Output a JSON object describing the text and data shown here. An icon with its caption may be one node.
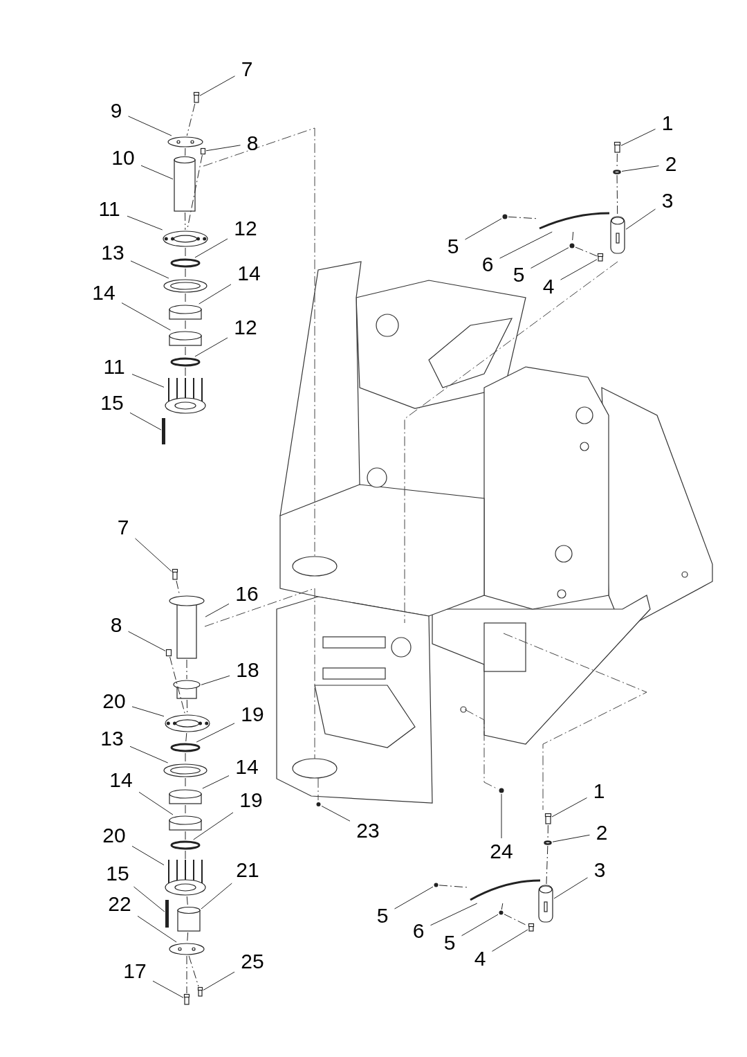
{
  "diagram": {
    "nodes": [
      {
        "text": [
          "7"
        ]
      },
      {
        "text": [
          "9"
        ]
      },
      {
        "text": [
          "8"
        ]
      },
      {
        "text": [
          "10"
        ]
      },
      {
        "text": [
          "11"
        ]
      },
      {
        "text": [
          "12"
        ]
      },
      {
        "text": [
          "13"
        ]
      },
      {
        "text": [
          "14"
        ]
      },
      {
        "text": [
          "14"
        ]
      },
      {
        "text": [
          "12"
        ]
      },
      {
        "text": [
          "11"
        ]
      },
      {
        "text": [
          "15"
        ]
      },
      {
        "text": [
          "1"
        ]
      },
      {
        "text": [
          "2"
        ]
      },
      {
        "text": [
          "3"
        ]
      },
      {
        "text": [
          "5"
        ]
      },
      {
        "text": [
          "6"
        ]
      },
      {
        "text": [
          "5"
        ]
      },
      {
        "text": [
          "4"
        ]
      },
      {
        "text": [
          "7"
        ]
      },
      {
        "text": [
          "16"
        ]
      },
      {
        "text": [
          "8"
        ]
      },
      {
        "text": [
          "18"
        ]
      },
      {
        "text": [
          "20"
        ]
      },
      {
        "text": [
          "19"
        ]
      },
      {
        "text": [
          "13"
        ]
      },
      {
        "text": [
          "14"
        ]
      },
      {
        "text": [
          "14"
        ]
      },
      {
        "text": [
          "19"
        ]
      },
      {
        "text": [
          "20"
        ]
      },
      {
        "text": [
          "15"
        ]
      },
      {
        "text": [
          "21"
        ]
      },
      {
        "text": [
          "22"
        ]
      },
      {
        "text": [
          "17"
        ]
      },
      {
        "text": [
          "25"
        ]
      },
      {
        "text": [
          "23"
        ]
      },
      {
        "text": [
          "24"
        ]
      },
      {
        "text": [
          "1"
        ]
      },
      {
        "text": [
          "2"
        ]
      },
      {
        "text": [
          "3"
        ]
      },
      {
        "text": [
          "5"
        ]
      },
      {
        "text": [
          "6"
        ]
      },
      {
        "text": [
          "5"
        ]
      },
      {
        "text": [
          "4"
        ]
      },
      {
        "text": [],
        "shape": "bolt"
      },
      {
        "text": [],
        "shape": "plate"
      },
      {
        "text": [],
        "shape": "nut"
      },
      {
        "text": [],
        "shape": "tube"
      },
      {
        "text": [],
        "shape": "flange"
      },
      {
        "text": [],
        "shape": "ring"
      },
      {
        "text": [],
        "shape": "gasket"
      },
      {
        "text": [],
        "shape": "bearing"
      },
      {
        "text": [],
        "shape": "bearing"
      },
      {
        "text": [],
        "shape": "ring"
      },
      {
        "text": [],
        "shape": "hub"
      },
      {
        "text": [],
        "shape": "rod"
      },
      {
        "text": [],
        "shape": "bolt"
      },
      {
        "text": [],
        "shape": "washer"
      },
      {
        "text": [],
        "shape": "pin"
      },
      {
        "text": [],
        "shape": "fitting"
      },
      {
        "text": [],
        "shape": "hose"
      },
      {
        "text": [],
        "shape": "fitting"
      },
      {
        "text": [],
        "shape": "bolt"
      },
      {
        "text": [],
        "shape": "bolt"
      },
      {
        "text": [],
        "shape": "sleeve"
      },
      {
        "text": [],
        "shape": "nut"
      },
      {
        "text": [],
        "shape": "bushing"
      },
      {
        "text": [],
        "shape": "flange"
      },
      {
        "text": [],
        "shape": "ring"
      },
      {
        "text": [],
        "shape": "gasket"
      },
      {
        "text": [],
        "shape": "bearing"
      },
      {
        "text": [],
        "shape": "bearing"
      },
      {
        "text": [],
        "shape": "ring"
      },
      {
        "text": [],
        "shape": "hub"
      },
      {
        "text": [],
        "shape": "rod"
      },
      {
        "text": [],
        "shape": "cylinder"
      },
      {
        "text": [],
        "shape": "plate"
      },
      {
        "text": [],
        "shape": "bolt"
      },
      {
        "text": [],
        "shape": "bolt"
      },
      {
        "text": [],
        "shape": "fitting"
      },
      {
        "text": [],
        "shape": "fitting"
      },
      {
        "text": [],
        "shape": "bolt"
      },
      {
        "text": [],
        "shape": "washer"
      },
      {
        "text": [],
        "shape": "pin"
      },
      {
        "text": [],
        "shape": "fitting"
      },
      {
        "text": [],
        "shape": "hose"
      },
      {
        "text": [],
        "shape": "fitting"
      },
      {
        "text": [],
        "shape": "bolt"
      }
    ],
    "edges": [
      {
        "from": 0,
        "to": 44,
        "arrow": "none"
      },
      {
        "from": 1,
        "to": 45,
        "arrow": "none"
      },
      {
        "from": 2,
        "to": 46,
        "arrow": "none"
      },
      {
        "from": 3,
        "to": 47,
        "arrow": "none"
      },
      {
        "from": 4,
        "to": 48,
        "arrow": "none"
      },
      {
        "from": 5,
        "to": 49,
        "arrow": "none"
      },
      {
        "from": 6,
        "to": 50,
        "arrow": "none"
      },
      {
        "from": 7,
        "to": 51,
        "arrow": "none"
      },
      {
        "from": 8,
        "to": 52,
        "arrow": "none"
      },
      {
        "from": 9,
        "to": 53,
        "arrow": "none"
      },
      {
        "from": 10,
        "to": 54,
        "arrow": "none"
      },
      {
        "from": 11,
        "to": 55,
        "arrow": "none"
      },
      {
        "from": 12,
        "to": 56,
        "arrow": "none"
      },
      {
        "from": 13,
        "to": 57,
        "arrow": "none"
      },
      {
        "from": 14,
        "to": 58,
        "arrow": "none"
      },
      {
        "from": 15,
        "to": 59,
        "arrow": "none"
      },
      {
        "from": 16,
        "to": 60,
        "arrow": "none"
      },
      {
        "from": 17,
        "to": 61,
        "arrow": "none"
      },
      {
        "from": 18,
        "to": 62,
        "arrow": "none"
      },
      {
        "from": 19,
        "to": 63,
        "arrow": "none"
      },
      {
        "from": 20,
        "to": 64,
        "arrow": "none"
      },
      {
        "from": 21,
        "to": 65,
        "arrow": "none"
      },
      {
        "from": 22,
        "to": 66,
        "arrow": "none"
      },
      {
        "from": 23,
        "to": 67,
        "arrow": "none"
      },
      {
        "from": 24,
        "to": 68,
        "arrow": "none"
      },
      {
        "from": 25,
        "to": 69,
        "arrow": "none"
      },
      {
        "from": 26,
        "to": 70,
        "arrow": "none"
      },
      {
        "from": 27,
        "to": 71,
        "arrow": "none"
      },
      {
        "from": 28,
        "to": 72,
        "arrow": "none"
      },
      {
        "from": 29,
        "to": 73,
        "arrow": "none"
      },
      {
        "from": 30,
        "to": 74,
        "arrow": "none"
      },
      {
        "from": 31,
        "to": 75,
        "arrow": "none"
      },
      {
        "from": 32,
        "to": 76,
        "arrow": "none"
      },
      {
        "from": 33,
        "to": 77,
        "arrow": "none"
      },
      {
        "from": 34,
        "to": 78,
        "arrow": "none"
      },
      {
        "from": 35,
        "to": 79,
        "arrow": "none"
      },
      {
        "from": 36,
        "to": 80,
        "arrow": "none"
      },
      {
        "from": 37,
        "to": 81,
        "arrow": "none"
      },
      {
        "from": 38,
        "to": 82,
        "arrow": "none"
      },
      {
        "from": 39,
        "to": 83,
        "arrow": "none"
      },
      {
        "from": 40,
        "to": 84,
        "arrow": "none"
      },
      {
        "from": 41,
        "to": 85,
        "arrow": "none"
      },
      {
        "from": 42,
        "to": 86,
        "arrow": "none"
      },
      {
        "from": 43,
        "to": 87,
        "arrow": "none"
      },
      {
        "from": 44,
        "to": 45,
        "arrow": "none",
        "style": "dashed"
      },
      {
        "from": 45,
        "to": 47,
        "arrow": "none",
        "style": "dashed"
      },
      {
        "from": 47,
        "to": 48,
        "arrow": "none",
        "style": "dashed"
      },
      {
        "from": 46,
        "to": 48,
        "arrow": "none",
        "style": "dashed"
      },
      {
        "from": 48,
        "to": 49,
        "arrow": "none",
        "style": "dashed"
      },
      {
        "from": 49,
        "to": 50,
        "arrow": "none",
        "style": "dashed"
      },
      {
        "from": 50,
        "to": 51,
        "arrow": "none",
        "style": "dashed"
      },
      {
        "from": 51,
        "to": 52,
        "arrow": "none",
        "style": "dashed"
      },
      {
        "from": 52,
        "to": 53,
        "arrow": "none",
        "style": "dashed"
      },
      {
        "from": 53,
        "to": 54,
        "arrow": "none",
        "style": "dashed"
      },
      {
        "from": 56,
        "to": 57,
        "arrow": "none",
        "style": "dashed"
      },
      {
        "from": 57,
        "to": 58,
        "arrow": "none",
        "style": "dashed"
      },
      {
        "from": 59,
        "to": 60,
        "arrow": "none",
        "style": "dashed"
      },
      {
        "from": 60,
        "to": 61,
        "arrow": "none",
        "style": "dashed"
      },
      {
        "from": 61,
        "to": 62,
        "arrow": "none",
        "style": "dashed"
      },
      {
        "from": 63,
        "to": 64,
        "arrow": "none",
        "style": "dashed"
      },
      {
        "from": 64,
        "to": 66,
        "arrow": "none",
        "style": "dashed"
      },
      {
        "from": 65,
        "to": 67,
        "arrow": "none",
        "style": "dashed"
      },
      {
        "from": 66,
        "to": 67,
        "arrow": "none",
        "style": "dashed"
      },
      {
        "from": 67,
        "to": 68,
        "arrow": "none",
        "style": "dashed"
      },
      {
        "from": 68,
        "to": 69,
        "arrow": "none",
        "style": "dashed"
      },
      {
        "from": 69,
        "to": 70,
        "arrow": "none",
        "style": "dashed"
      },
      {
        "from": 70,
        "to": 71,
        "arrow": "none",
        "style": "dashed"
      },
      {
        "from": 71,
        "to": 72,
        "arrow": "none",
        "style": "dashed"
      },
      {
        "from": 72,
        "to": 73,
        "arrow": "none",
        "style": "dashed"
      },
      {
        "from": 73,
        "to": 75,
        "arrow": "none",
        "style": "dashed"
      },
      {
        "from": 75,
        "to": 76,
        "arrow": "none",
        "style": "dashed"
      },
      {
        "from": 76,
        "to": 77,
        "arrow": "none",
        "style": "dashed"
      },
      {
        "from": 76,
        "to": 78,
        "arrow": "none",
        "style": "dashed"
      },
      {
        "from": 81,
        "to": 82,
        "arrow": "none",
        "style": "dashed"
      },
      {
        "from": 82,
        "to": 83,
        "arrow": "none",
        "style": "dashed"
      },
      {
        "from": 84,
        "to": 85,
        "arrow": "none",
        "style": "dashed"
      },
      {
        "from": 85,
        "to": 86,
        "arrow": "none",
        "style": "dashed"
      },
      {
        "from": 86,
        "to": 87,
        "arrow": "none",
        "style": "dashed"
      }
    ]
  }
}
